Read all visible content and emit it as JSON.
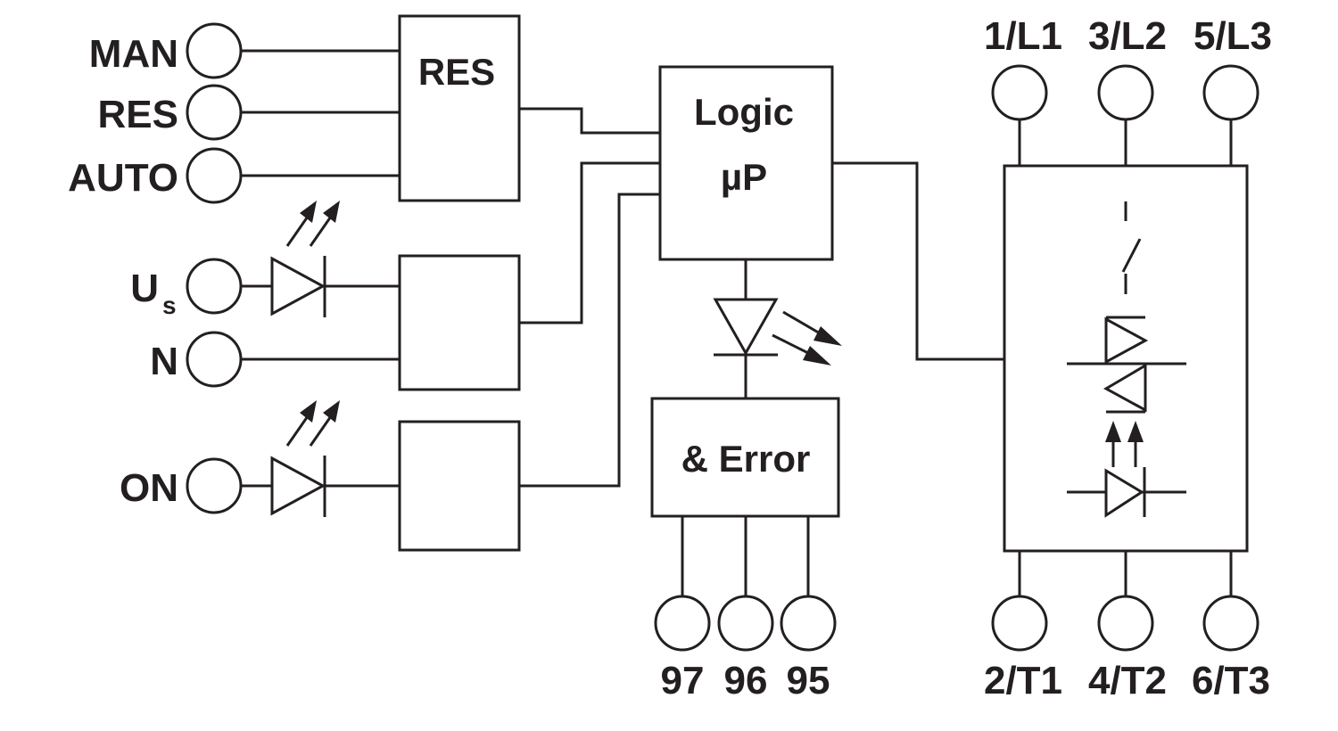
{
  "inputs": {
    "man": "MAN",
    "res": "RES",
    "auto": "AUTO",
    "us_main": "U",
    "us_sub": "s",
    "n": "N",
    "on": "ON"
  },
  "blocks": {
    "res_block": "RES",
    "logic_line1": "Logic",
    "logic_line2": "µP",
    "error_block": "& Error"
  },
  "outputs": {
    "relay": [
      "97",
      "96",
      "95"
    ],
    "line": [
      "1/L1",
      "3/L2",
      "5/L3"
    ],
    "load": [
      "2/T1",
      "4/T2",
      "6/T3"
    ]
  },
  "colors": {
    "ink": "#231f20",
    "background": "#ffffff"
  }
}
